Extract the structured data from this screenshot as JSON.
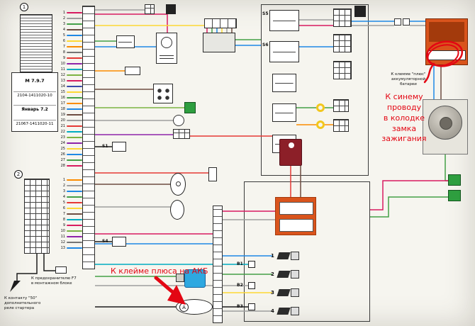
{
  "palette": {
    "paper": "#f6f5ef",
    "ink": "#1c1c1c",
    "accent_red": "#e30613",
    "orange_block": "#d9541c",
    "orange_dark": "#a33a0c",
    "maroon": "#8c1f28",
    "green_conn": "#2e9e3f",
    "blue_comp": "#2ea8e0",
    "yellow_ring": "#f2c71d",
    "wire_pink": "#d81b60",
    "wire_green": "#43a047",
    "wire_blue": "#1e88e5",
    "wire_gray": "#9e9e9e",
    "wire_brown": "#6d4c41",
    "wire_orange": "#fb8c00",
    "wire_purple": "#8e24aa",
    "wire_cyan": "#00acc1",
    "wire_red": "#e53935",
    "wire_yellow": "#fdd835",
    "wire_lgreen": "#7cb342"
  },
  "ecu": {
    "model_lines": [
      "М 7.9.7",
      "2104-1411020-10",
      "Январь 7.2",
      "21067-1411020-11"
    ]
  },
  "callouts": {
    "c1": "1",
    "c2": "2"
  },
  "annotations": {
    "akb": "К клейме плюса на АКБ",
    "ignition": [
      "К синему проводу",
      "в колодке замка",
      "зажигания"
    ],
    "battery": [
      "К клемме \"плюс\"",
      "аккумуляторной",
      "батареи"
    ],
    "fuse": [
      "К предохранителю F7",
      "в монтажном блоке"
    ],
    "starter": [
      "К контакту \"50\"",
      "дополнительного",
      "реле стартера"
    ]
  },
  "labels": {
    "point_a": "А",
    "s1": "S1",
    "s4": "S4",
    "s5": "S5",
    "s6": "S6",
    "b1": "В1",
    "b2": "В2",
    "b3": "В3"
  },
  "injectors": [
    "1",
    "2",
    "3",
    "4"
  ],
  "wires": {
    "bundle_top": [
      "#d81b60",
      "#9e9e9e",
      "#43a047",
      "#6d4c41",
      "#1e88e5",
      "#fdd835",
      "#fb8c00",
      "#757575",
      "#e53935",
      "#8e24aa",
      "#00acc1",
      "#7cb342",
      "#d81b60",
      "#3949ab",
      "#fdd835",
      "#43a047",
      "#fb8c00",
      "#1e88e5",
      "#6d4c41",
      "#9e9e9e",
      "#e53935",
      "#00acc1",
      "#7cb342",
      "#8e24aa",
      "#fdd835",
      "#1e88e5",
      "#43a047",
      "#d81b60"
    ],
    "bundle_bottom": [
      "#fb8c00",
      "#9e9e9e",
      "#1e88e5",
      "#43a047",
      "#e53935",
      "#fdd835",
      "#6d4c41",
      "#00acc1",
      "#d81b60",
      "#7cb342",
      "#8e24aa",
      "#757575",
      "#1e88e5"
    ]
  }
}
